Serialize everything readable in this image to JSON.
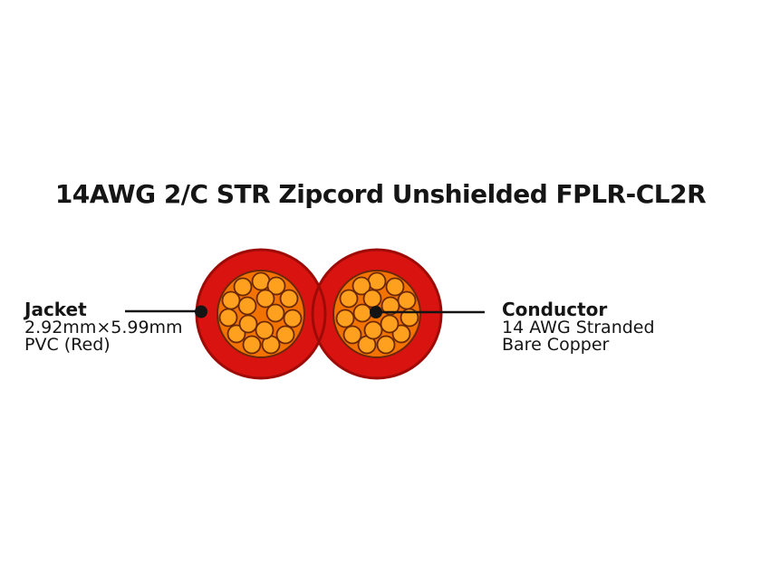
{
  "title": "14AWG 2/C STR Zipcord Unshielded FPLR-CL2R",
  "callouts": {
    "jacket": {
      "heading": "Jacket",
      "line1": "2.92mm×5.99mm",
      "line2": "PVC (Red)"
    },
    "conductor": {
      "heading": "Conductor",
      "line1": "14 AWG Stranded",
      "line2": "Bare Copper"
    }
  },
  "diagram": {
    "conductor_count": 2,
    "strands_per_conductor": 16,
    "colors": {
      "jacket_fill": "#d91310",
      "jacket_outline": "#9e0b06",
      "insulation_fill": "#f37301",
      "insulation_outline": "#6b2807",
      "strand_fill": "#ffa11f",
      "strand_outline": "#6b2807",
      "leader": "#141414",
      "text": "#151515"
    }
  }
}
